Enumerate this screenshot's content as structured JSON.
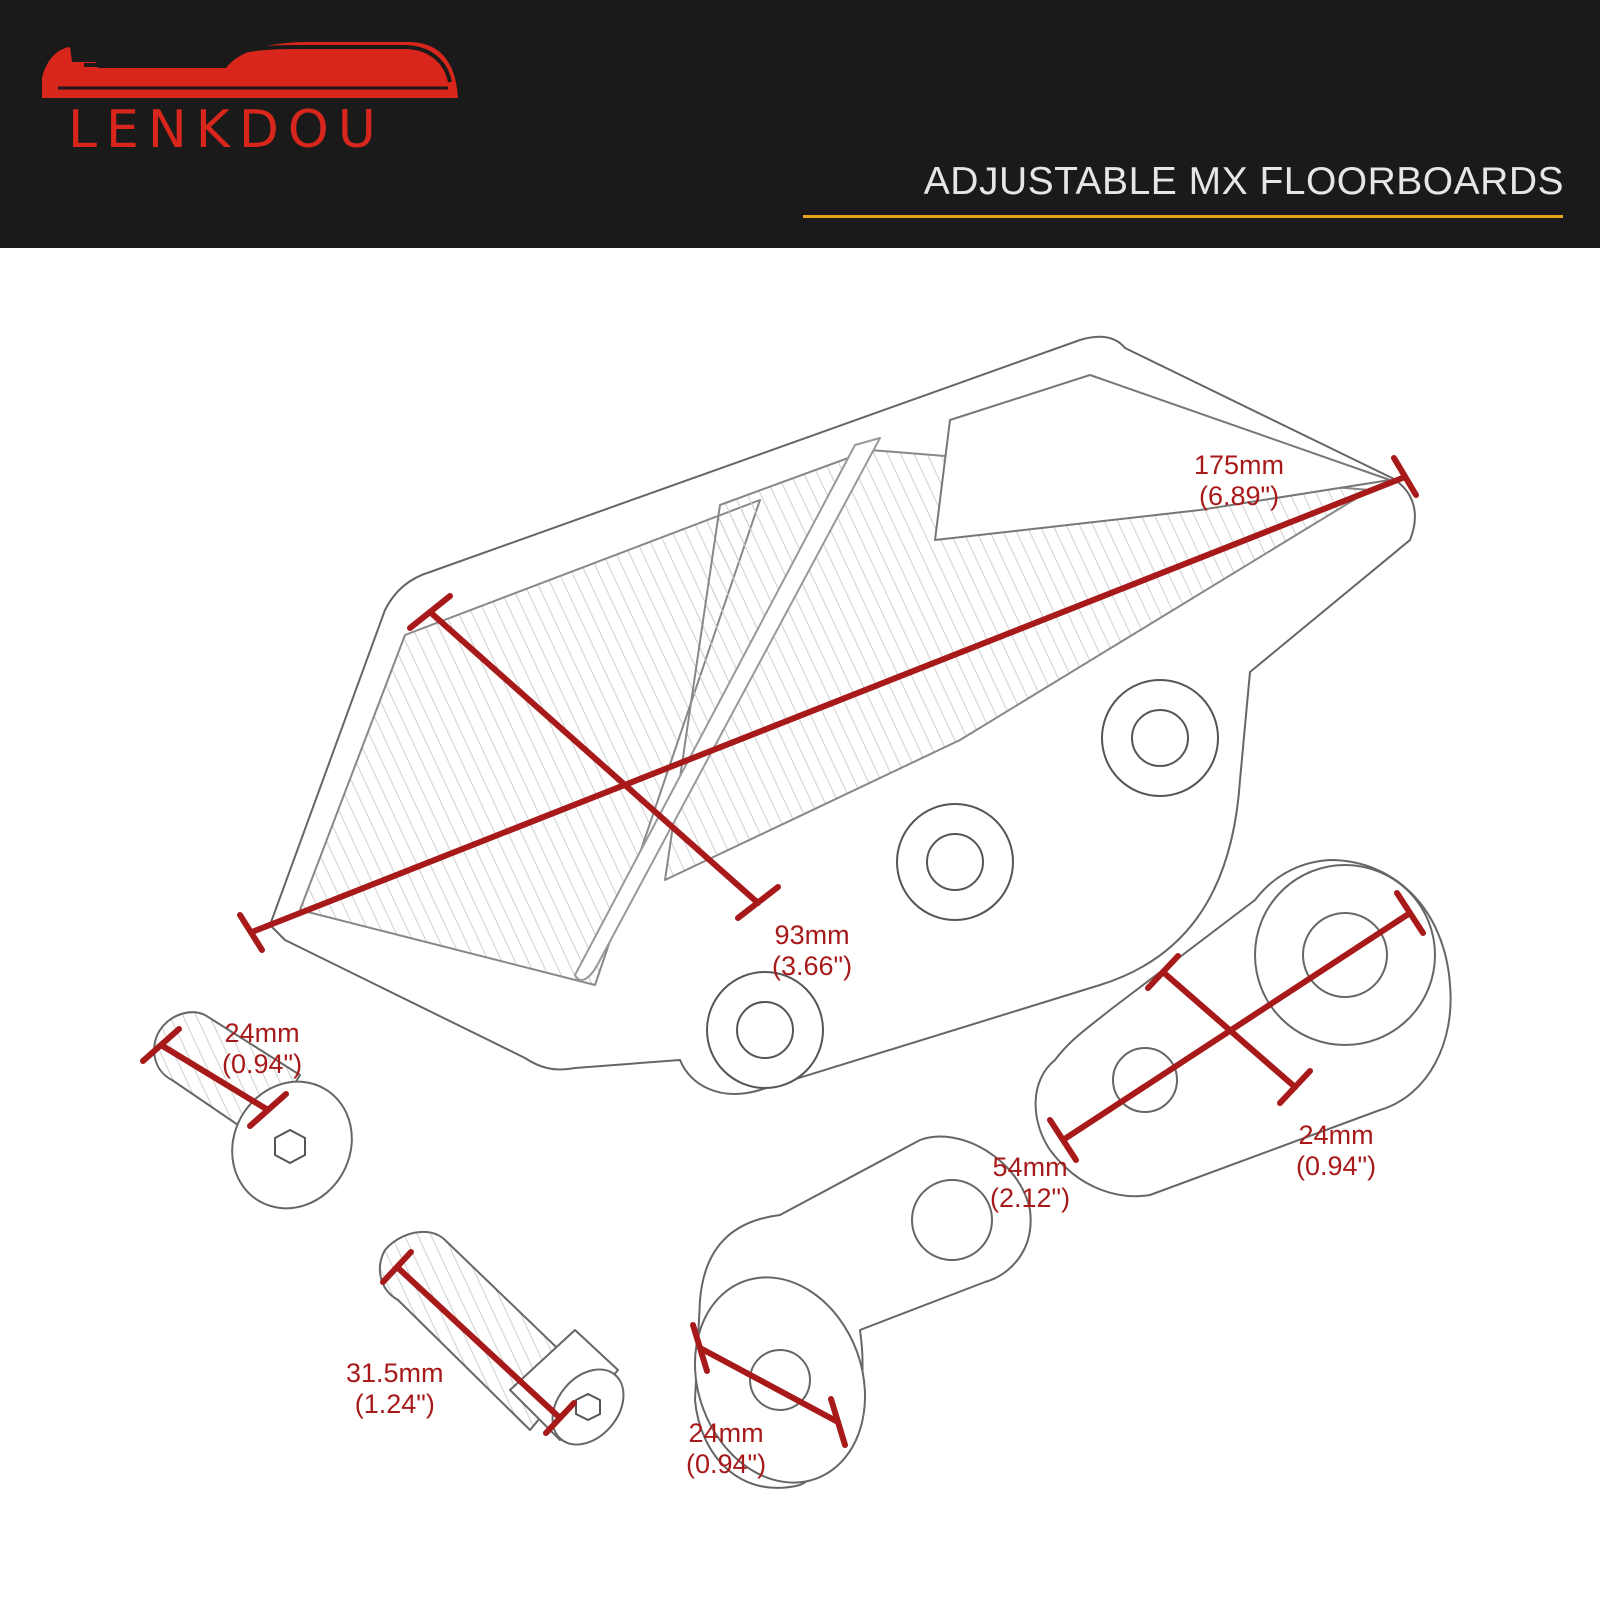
{
  "brand": {
    "name": "LENKDOU",
    "logo_icon": "car-silhouette-icon",
    "color": "#d8261c"
  },
  "header": {
    "title": "ADJUSTABLE MX FLOORBOARDS",
    "background": "#1a1a1a",
    "underline_color": "#e8a21e"
  },
  "dimension_color": "#a81a1a",
  "dimensions": {
    "board_length": {
      "metric": "175mm",
      "imperial": "(6.89\")"
    },
    "board_width": {
      "metric": "93mm",
      "imperial": "(3.66\")"
    },
    "short_bolt_length": {
      "metric": "24mm",
      "imperial": "(0.94\")"
    },
    "long_bolt_length": {
      "metric": "31.5mm",
      "imperial": "(1.24\")"
    },
    "mount_clamp_diameter": {
      "metric": "24mm",
      "imperial": "(0.94\")"
    },
    "bracket_length": {
      "metric": "54mm",
      "imperial": "(2.12\")"
    },
    "bracket_width": {
      "metric": "24mm",
      "imperial": "(0.94\")"
    }
  }
}
